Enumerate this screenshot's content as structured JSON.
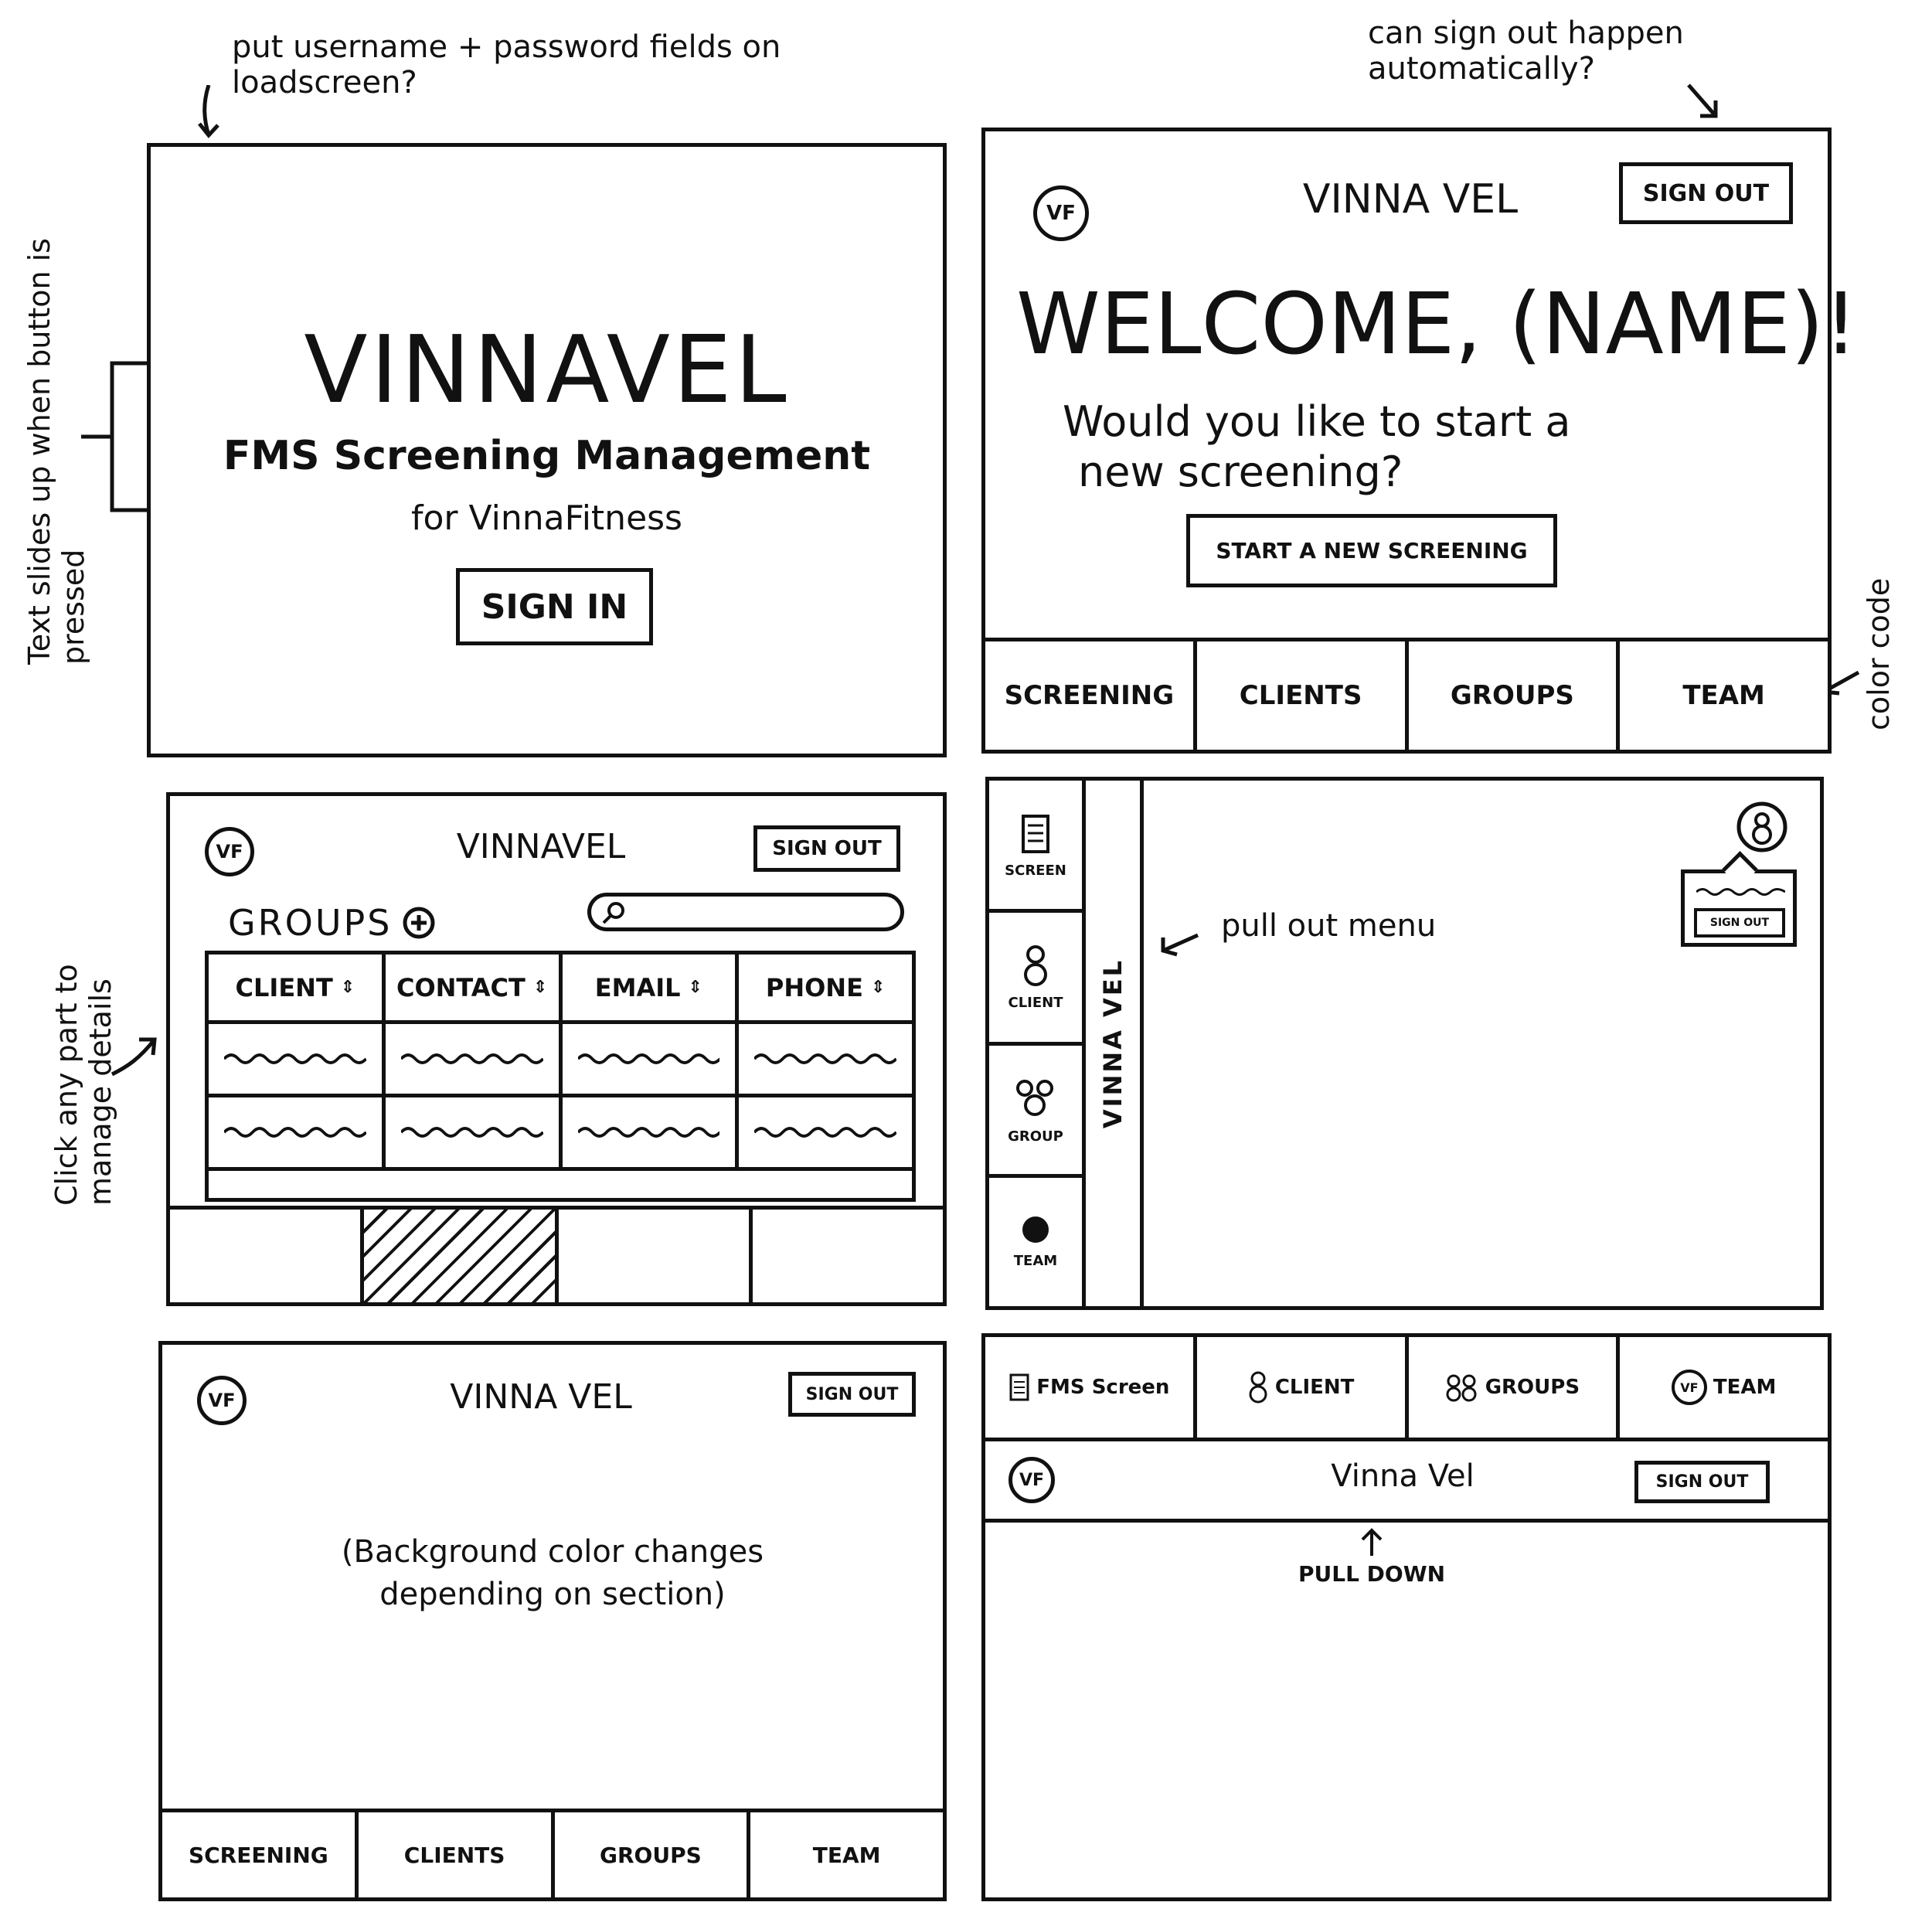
{
  "annotations": {
    "load_screen_note": "put username + password fields on loadscreen?",
    "signout_note": "can sign out happen automatically?",
    "text_slides_note": "Text slides up when button is pressed",
    "color_code_note": "color code",
    "click_part_note": "Click any part to manage details",
    "pull_out_menu_note": "pull out menu",
    "pull_down_note": "PULL DOWN"
  },
  "screen1": {
    "app_title": "VINNAVEL",
    "subtitle": "FMS Screening Management",
    "tagline": "for VinnaFitness",
    "sign_in_label": "SIGN IN"
  },
  "screen2": {
    "logo": "VF",
    "app_title": "VINNA VEL",
    "sign_out_label": "SIGN OUT",
    "welcome": "WELCOME, (NAME)!",
    "prompt_line1": "Would you like to start a",
    "prompt_line2": "new screening?",
    "start_button": "START A NEW SCREENING",
    "tabs": [
      "SCREENING",
      "CLIENTS",
      "GROUPS",
      "TEAM"
    ]
  },
  "screen3": {
    "logo": "VF",
    "app_title": "VINNAVEL",
    "sign_out_label": "SIGN OUT",
    "section_title": "GROUPS",
    "columns": [
      "CLIENT",
      "CONTACT",
      "EMAIL",
      "PHONE"
    ]
  },
  "screen4": {
    "sidebar_items": [
      "SCREEN",
      "CLIENT",
      "GROUP",
      "TEAM"
    ],
    "vertical_title": "VINNA VEL",
    "sign_out_label": "SIGN OUT"
  },
  "screen5": {
    "logo": "VF",
    "app_title": "VINNA VEL",
    "sign_out_label": "SIGN OUT",
    "body_line1": "(Background color changes",
    "body_line2": "depending on section)",
    "tabs": [
      "SCREENING",
      "CLIENTS",
      "GROUPS",
      "TEAM"
    ]
  },
  "screen6": {
    "top_tabs": [
      "FMS Screen",
      "CLIENT",
      "GROUPS",
      "TEAM"
    ],
    "logo": "VF",
    "app_title": "Vinna Vel",
    "sign_out_label": "SIGN OUT"
  }
}
